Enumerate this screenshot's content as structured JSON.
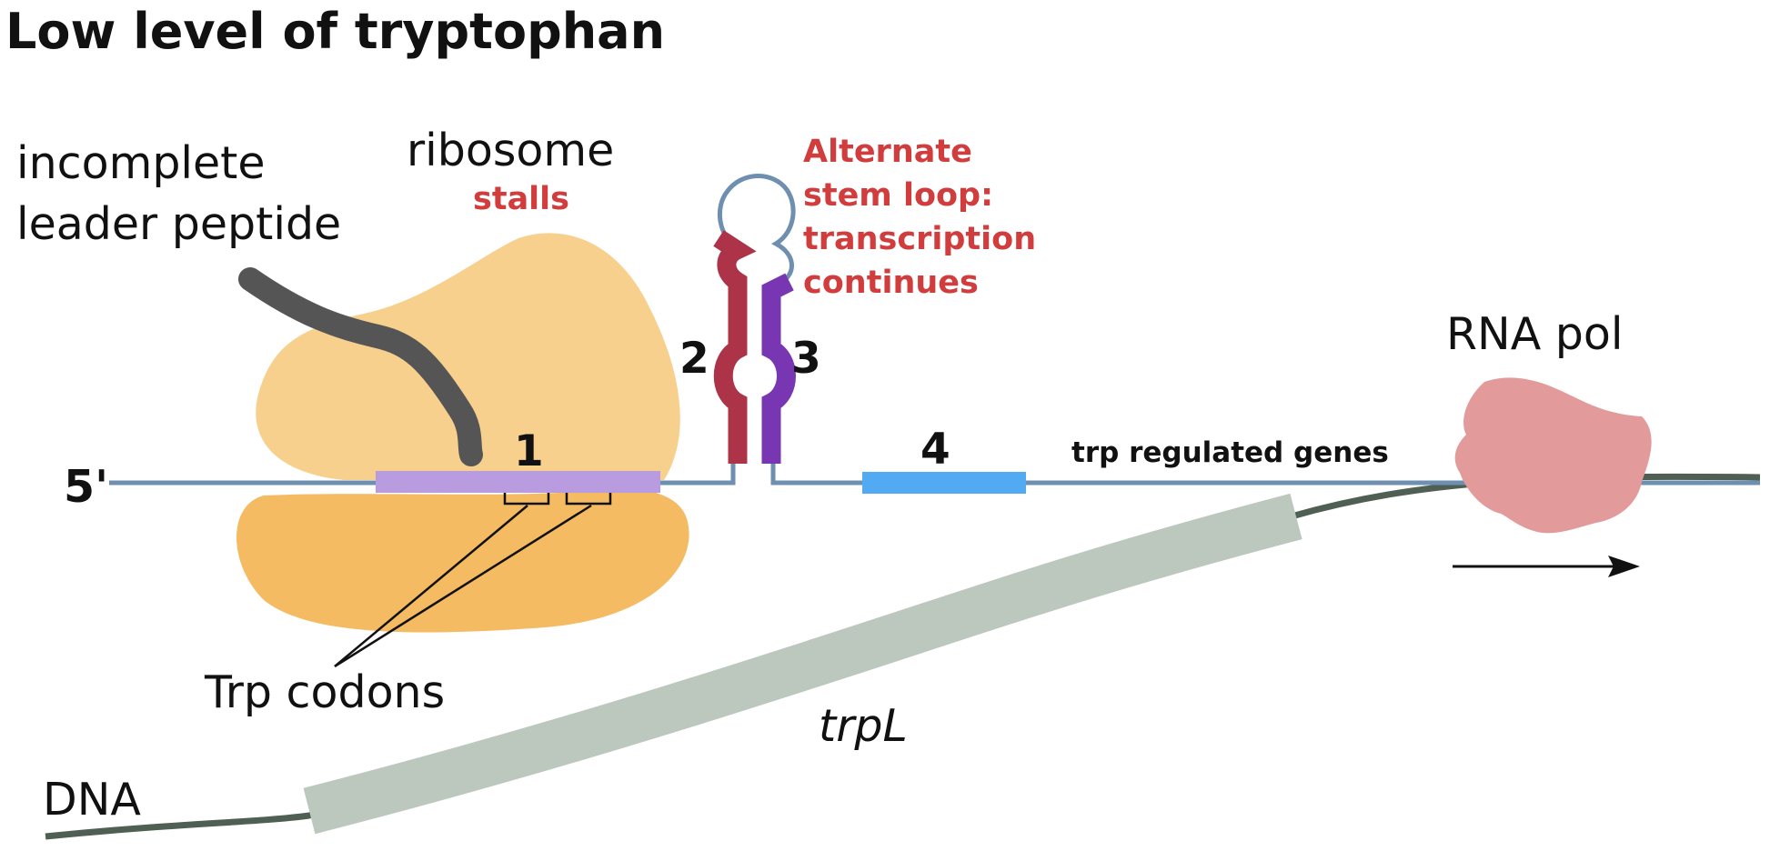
{
  "title": "Low level of tryptophan",
  "labels": {
    "incomplete_line1": "incomplete",
    "incomplete_line2": "leader peptide",
    "ribosome": "ribosome",
    "stalls": "stalls",
    "alternate_line1": "Alternate",
    "alternate_line2": "stem loop:",
    "alternate_line3": "transcription",
    "alternate_line4": "continues",
    "region1": "1",
    "region2": "2",
    "region3": "3",
    "region4": "4",
    "five_prime": "5'",
    "trp_regulated_genes": "trp regulated genes",
    "rna_pol": "RNA pol",
    "trp_codons": "Trp codons",
    "trpL": "trpL",
    "dna": "DNA"
  },
  "colors": {
    "mrna": "#6e8fb0",
    "ribosome_large": "#f7d08e",
    "ribosome_small": "#f4bb63",
    "peptide": "#555555",
    "region1": "#b99be0",
    "region2": "#ad3448",
    "region3": "#7836b3",
    "region4": "#52aaf2",
    "loop": "#6e8fb0",
    "alternate_text": "#d13c3c",
    "rna_pol": "#e39a9a",
    "dna": "#4f5f54",
    "trpL_gene": "#bcc7be"
  }
}
